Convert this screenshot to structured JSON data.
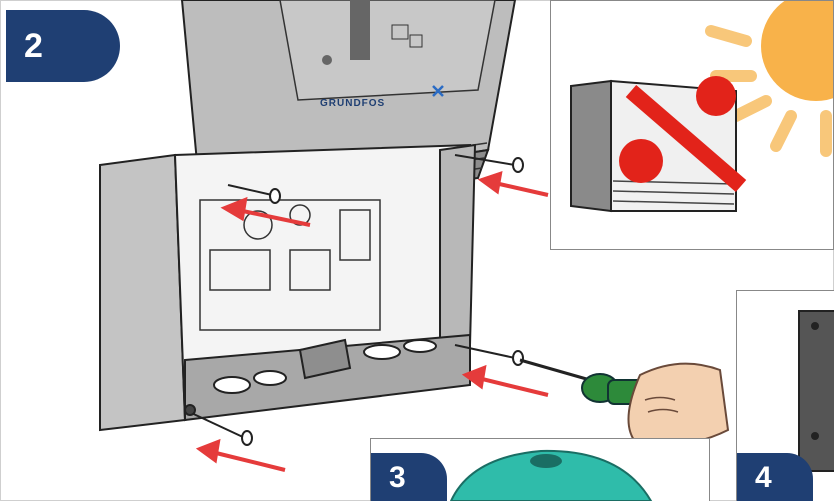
{
  "steps": {
    "main": "2",
    "step3": "3",
    "step4": "4"
  },
  "logo": {
    "text": "GRUNDFOS"
  },
  "colors": {
    "badge": "#1f3f73",
    "arrow": "#e53b3b",
    "prohibit": "#e2231a",
    "sun": "#f7b84a",
    "screwdriver": "#2d8a3a"
  }
}
